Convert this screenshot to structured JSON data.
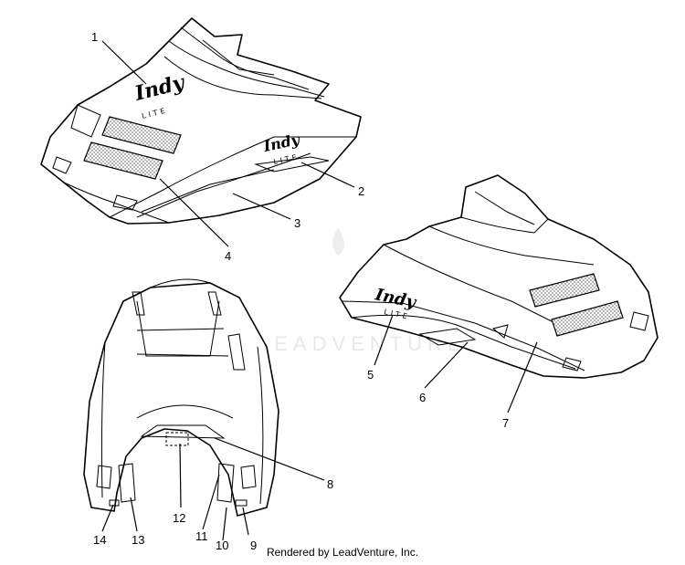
{
  "diagram": {
    "callouts": [
      "1",
      "2",
      "3",
      "4",
      "5",
      "6",
      "7",
      "8",
      "9",
      "10",
      "11",
      "12",
      "13",
      "14"
    ],
    "decal_brand": "Indy",
    "decal_model": "LITE",
    "watermark_text": "LEADVENTURE"
  },
  "footer": {
    "credit": "Rendered by LeadVenture, Inc."
  }
}
